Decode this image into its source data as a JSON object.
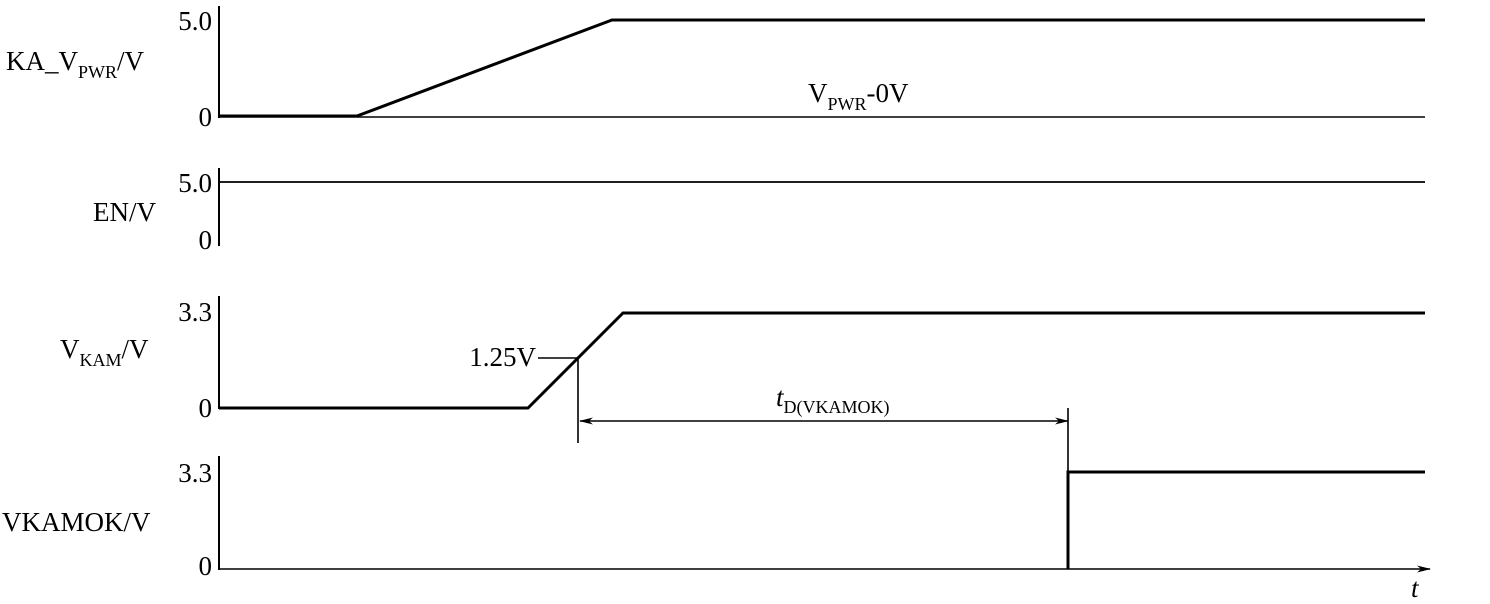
{
  "colors": {
    "line": "#000000",
    "background": "#ffffff"
  },
  "panels": [
    {
      "id": "ka-vpwr",
      "label_main": "KA_V",
      "label_sub": "PWR",
      "label_tail": "/V",
      "tick_high": "5.0",
      "tick_low": "0"
    },
    {
      "id": "en",
      "label_main": "EN/V",
      "tick_high": "5.0",
      "tick_low": "0"
    },
    {
      "id": "vkam",
      "label_main": "V",
      "label_sub": "KAM",
      "label_tail": "/V",
      "tick_high": "3.3",
      "tick_low": "0"
    },
    {
      "id": "vkamok",
      "label_main": "VKAMOK/V",
      "tick_high": "3.3",
      "tick_low": "0"
    }
  ],
  "annotations": {
    "vpwr_level": {
      "main": "V",
      "sub": "PWR",
      "tail": "-0V"
    },
    "threshold": "1.25V",
    "delay": {
      "main": "t",
      "sub": "D(VKAMOK)"
    },
    "time_axis": "t"
  }
}
